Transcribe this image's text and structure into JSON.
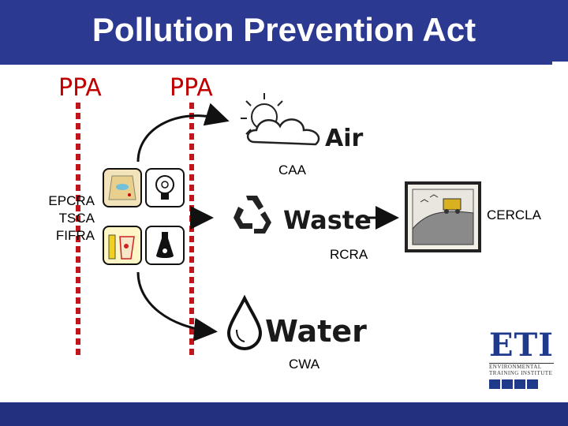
{
  "title": "Pollution Prevention Act",
  "ppa_left": "PPA",
  "ppa_right": "PPA",
  "media": {
    "air": "Air",
    "waste": "Waste",
    "water": "Water"
  },
  "laws": {
    "caa": "CAA",
    "rcra": "RCRA",
    "cwa": "CWA",
    "cercla": "CERCLA",
    "epcra": "EPCRA",
    "tsca": "TSCA",
    "fifra": "FIFRA"
  },
  "logo": {
    "letters": "ETI",
    "line1": "ENVIRONMENTAL",
    "line2": "TRAINING INSTITUTE"
  },
  "colors": {
    "header": "#2b3990",
    "ppa": "#c00000",
    "dotted_line": "#c0151b"
  }
}
